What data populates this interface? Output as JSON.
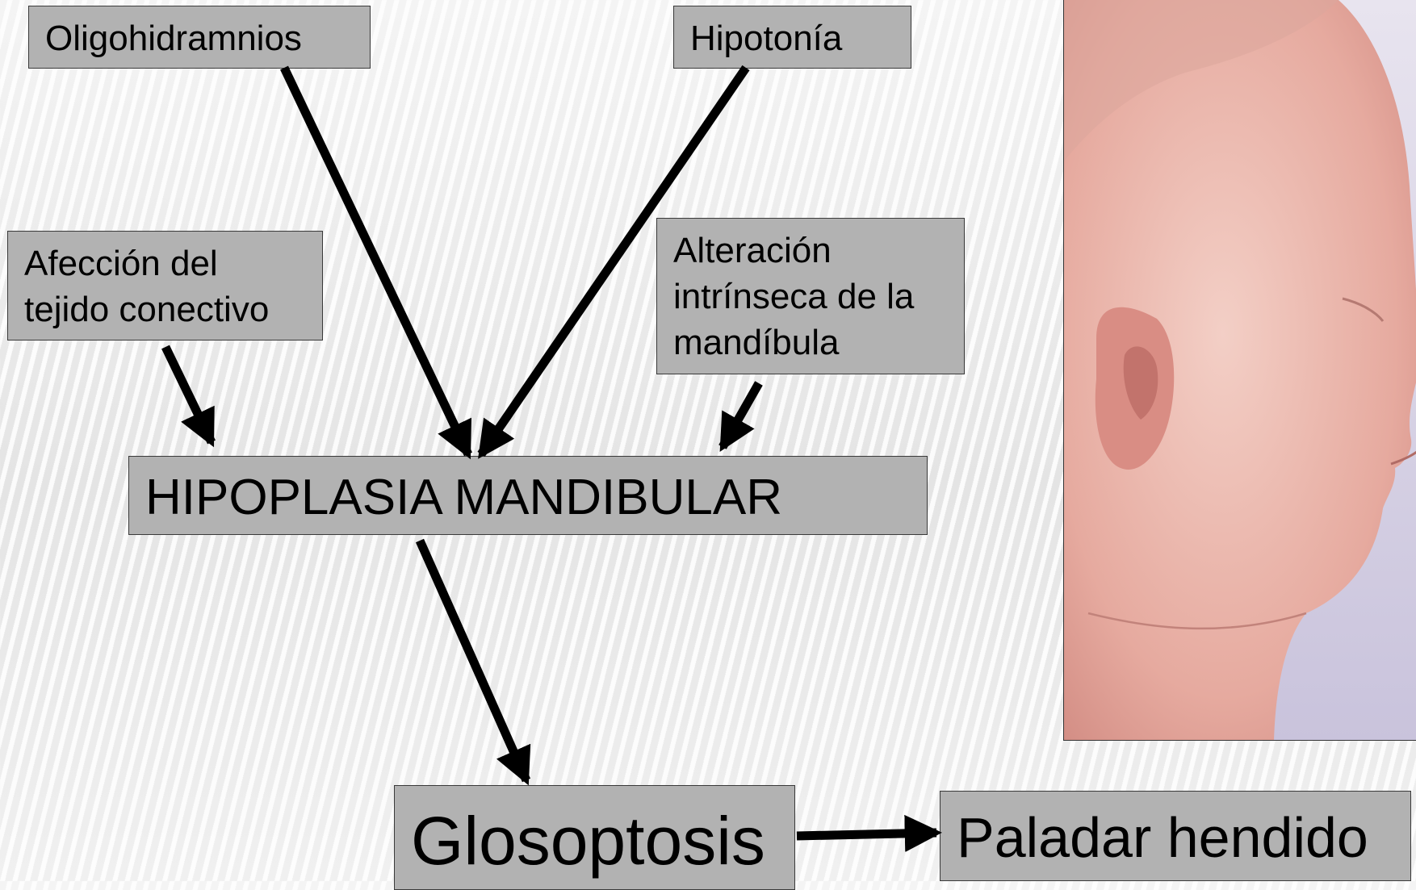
{
  "diagram": {
    "nodes": {
      "oligohidramnios": "Oligohidramnios",
      "hipotonia": "Hipotonía",
      "afeccion": "Afección del\ntejido conectivo",
      "alteracion": "Alteración\nintrínseca de la\nmandíbula",
      "hipoplasia": "HIPOPLASIA MANDIBULAR",
      "glosoptosis": "Glosoptosis",
      "paladar": "Paladar hendido"
    },
    "edges": [
      {
        "from": "oligohidramnios",
        "to": "hipoplasia"
      },
      {
        "from": "hipotonia",
        "to": "hipoplasia"
      },
      {
        "from": "afeccion",
        "to": "hipoplasia"
      },
      {
        "from": "alteracion",
        "to": "hipoplasia"
      },
      {
        "from": "hipoplasia",
        "to": "glosoptosis"
      },
      {
        "from": "glosoptosis",
        "to": "paladar"
      }
    ]
  },
  "photo": {
    "subject": "infant-profile-photo",
    "colors": {
      "skin": "#e9b1a6",
      "background": "#d9d3e6"
    }
  },
  "colors": {
    "box_fill": "#b2b2b2",
    "arrow": "#000000"
  }
}
